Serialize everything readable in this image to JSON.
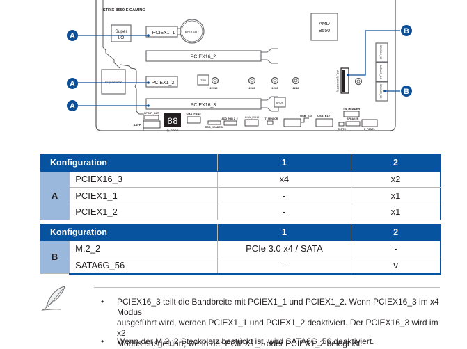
{
  "diagram": {
    "board_model": "STRIX B550-E GAMING",
    "components": {
      "super_io": [
        "Super",
        "I/O"
      ],
      "battery": "BATTERY",
      "chipset": [
        "AMD",
        "B550"
      ],
      "pciex1_1": "PCIEX1_1",
      "pciex16_2": "PCIEX16_2",
      "pciex1_2": "PCIEX1_2",
      "pciex16_3": "PCIEX16_3",
      "supremefx": "SupremeFX",
      "tpu": "TPU",
      "m2_mounts": [
        "22110",
        "2280",
        "2260",
        "2242"
      ],
      "m2_slot": "M.2_2(SOCKET3)",
      "sata_ports": [
        "SATA6G_12",
        "SATA6G_34",
        "SATA6G_56"
      ],
      "aura": "ARUR",
      "spdif_out": "SPDIF_OUT",
      "aafp": "AAFP",
      "q_code": "Q_CODE",
      "q_code_digits": "88",
      "cha_fan2": "CHA_FAN2",
      "rgb_header2": "RGB_HEADER2",
      "addr_rgb": "ADD RGB 2_2",
      "cha_fan3": "CHA_FAN3",
      "t_sensor": "T_SENSOR",
      "usb_e34": "USB_E34",
      "usb_e12": "USB_E12",
      "tb_header": "TB_HEADER",
      "speaker": "SPEAKER",
      "clrtc": "CLRTC",
      "f_panel": "F_PANEL"
    },
    "callouts": {
      "a": "A",
      "b": "B"
    }
  },
  "table_a": {
    "header": {
      "label": "Konfiguration",
      "col1": "1",
      "col2": "2"
    },
    "group": "A",
    "rows": [
      {
        "device": "PCIEX16_3",
        "col1": "x4",
        "col2": "x2"
      },
      {
        "device": "PCIEX1_1",
        "col1": "-",
        "col2": "x1"
      },
      {
        "device": "PCIEX1_2",
        "col1": "-",
        "col2": "x1"
      }
    ]
  },
  "table_b": {
    "header": {
      "label": "Konfiguration",
      "col1": "1",
      "col2": "2"
    },
    "group": "B",
    "rows": [
      {
        "device": "M.2_2",
        "col1": "PCIe 3.0 x4 / SATA",
        "col2": "-"
      },
      {
        "device": "SATA6G_56",
        "col1": "-",
        "col2": "v"
      }
    ]
  },
  "notes": {
    "icon": "feather-quill-icon",
    "bullet_char": "•",
    "items": [
      {
        "lines": [
          "PCIEX16_3 teilt die Bandbreite mit PCIEX1_1 und PCIEX1_2. Wenn PCIEX16_3 im x4 Modus",
          "ausgeführt wird, werden PCIEX1_1 und PCIEX1_2 deaktiviert. Der PCIEX16_3 wird im x2",
          "Modus ausgeführt, wenn der PCIEX1_1 oder PCIEX1_2 belegt ist."
        ]
      },
      {
        "lines": [
          "Wenn der M.2_2 Steckplatz bestückt ist, wird SATA6G_56 deaktiviert."
        ]
      }
    ]
  },
  "colors": {
    "header_blue": "#0753a0",
    "group_cell": "#9ab7dc",
    "callout_blue": "#0d4f96"
  }
}
